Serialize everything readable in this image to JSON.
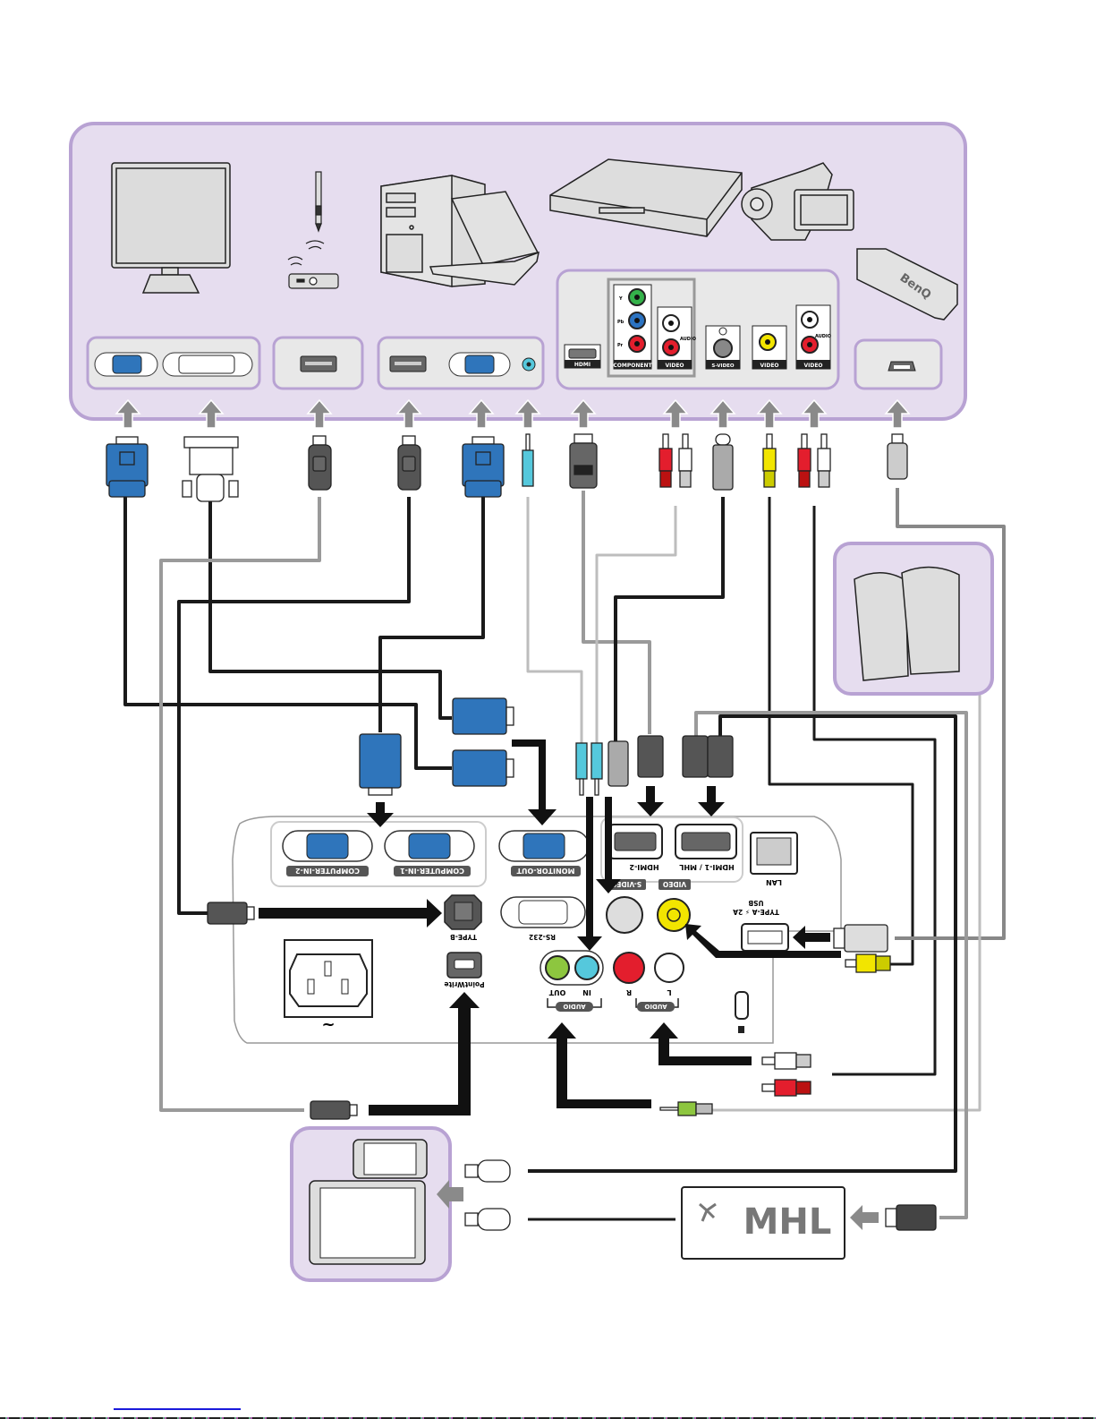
{
  "title": "Projector connection diagram",
  "colors": {
    "panel_fill": "#e6ddef",
    "panel_border": "#b8a2d3",
    "port_box_fill": "#e8e8e8",
    "vga_blue": "#2f75bb",
    "cable_black": "#1a1a1a",
    "cable_gray": "#9a9a9a",
    "arrow_gray": "#8a8a8a",
    "rca_red": "#e31e2d",
    "rca_yellow": "#f2e500",
    "rca_white": "#ffffff",
    "component_green": "#34b24a",
    "component_blue": "#2b73c2",
    "audio_cyan": "#55c8dc",
    "audio_green": "#8dc63f"
  },
  "source_devices": [
    {
      "name": "monitor",
      "ports": [
        "VGA",
        "DVI"
      ]
    },
    {
      "name": "pointwrite-pen-receiver",
      "ports": [
        "USB"
      ]
    },
    {
      "name": "desktop-laptop-computer",
      "ports": [
        "USB",
        "VGA",
        "Audio"
      ]
    },
    {
      "name": "dvd-player",
      "ports": [
        "HDMI",
        "Component",
        "Video+Audio"
      ]
    },
    {
      "name": "camcorder",
      "ports": [
        "S-Video",
        "Video",
        "Video+Audio"
      ]
    },
    {
      "name": "benq-wireless-dongle",
      "ports": [
        "Micro-USB"
      ]
    }
  ],
  "av_source_labels": {
    "hdmi": "HDMI",
    "component": "COMPONENT",
    "component_y": "Y",
    "component_pb": "Pb",
    "component_pr": "Pr",
    "video_audio_1": "VIDEO",
    "audio_1": "AUDIO",
    "svideo": "S-VIDEO",
    "video_2": "VIDEO",
    "video_audio_3": "VIDEO",
    "audio_3": "AUDIO"
  },
  "projector_panel": {
    "computer_in_2": "COMPUTER-IN-2",
    "computer_in_1": "COMPUTER-IN-1",
    "monitor_out": "MONITOR-OUT",
    "hdmi_2": "HDMI-2",
    "hdmi_1_mhl": "HDMI-1 / MHL",
    "lan": "LAN",
    "type_b": "TYPE-B",
    "rs232": "RS-232",
    "s_video": "S-VIDEO",
    "video": "VIDEO",
    "usb_line1": "USB",
    "usb_line2": "TYPE-A ⚡ 2A",
    "pointwrite": "PointWrite",
    "audio_out": "OUT",
    "audio_in": "IN",
    "audio_r": "R",
    "audio_l": "L",
    "audio_group1": "AUDIO",
    "audio_group2": "AUDIO",
    "power_symbol": "~"
  },
  "mhl": {
    "logo_text": "MHL"
  },
  "peripherals": [
    "speakers",
    "smartphone",
    "tablet",
    "mhl-adapter"
  ]
}
